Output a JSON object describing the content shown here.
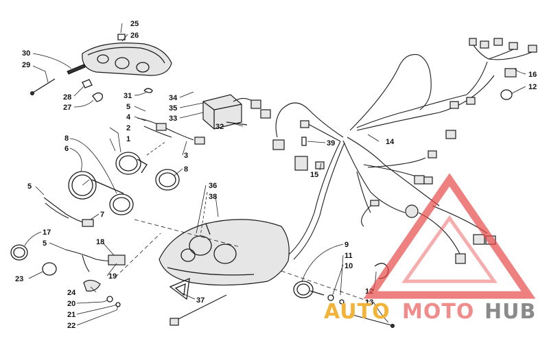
{
  "labels": {
    "l1": "1",
    "l2": "2",
    "l3": "3",
    "l4": "4",
    "l5a": "5",
    "l5b": "5",
    "l5c": "5",
    "l6": "6",
    "l7": "7",
    "l8a": "8",
    "l8b": "8",
    "l9": "9",
    "l10": "10",
    "l11": "11",
    "l12a": "12",
    "l12b": "12",
    "l13": "13",
    "l14": "14",
    "l15": "15",
    "l16": "16",
    "l17": "17",
    "l18": "18",
    "l19": "19",
    "l20": "20",
    "l21": "21",
    "l22": "22",
    "l23": "23",
    "l24": "24",
    "l25": "25",
    "l26": "26",
    "l27": "27",
    "l28": "28",
    "l29": "29",
    "l30": "30",
    "l31": "31",
    "l32": "32",
    "l33": "33",
    "l34": "34",
    "l35": "35",
    "l36": "36",
    "l37": "37",
    "l38": "38",
    "l39": "39"
  },
  "watermark": {
    "part1": "AUTO",
    "part2": "MOTO",
    "part3": "HUB",
    "color1": "#f2b33a",
    "color2": "#ef8d8d",
    "color3": "#8a8a8a",
    "triangle_color": "#e84a4a"
  }
}
